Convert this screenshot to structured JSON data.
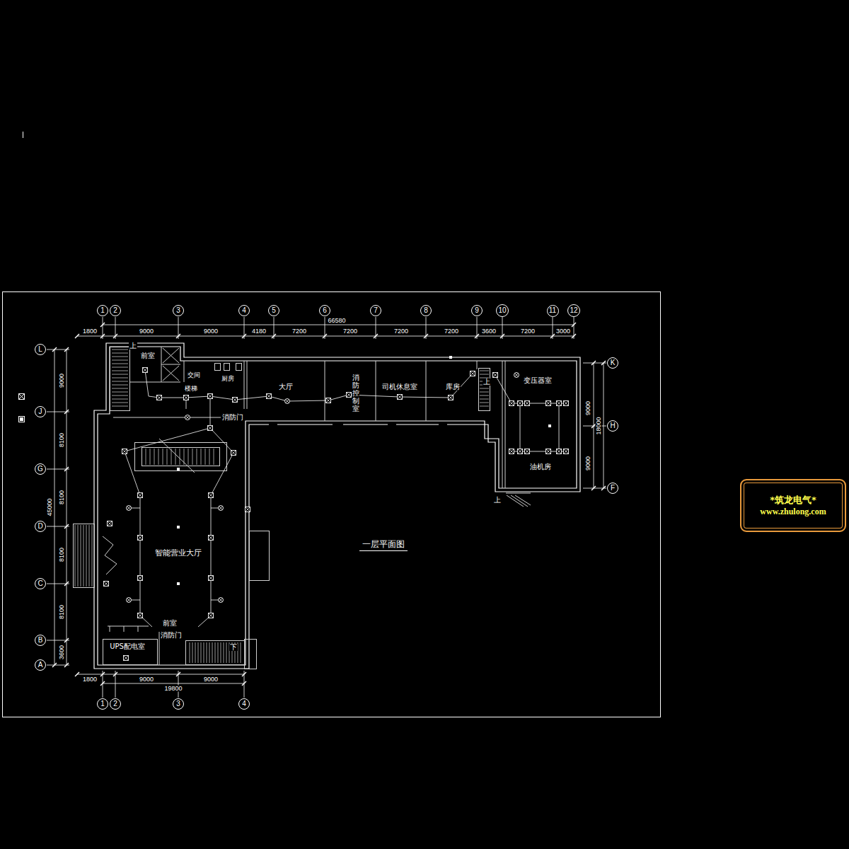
{
  "diagram": {
    "title": "一层平面图",
    "nodes": [
      {
        "text": [
          "1"
        ]
      },
      {
        "text": [
          "2"
        ]
      },
      {
        "text": [
          "3"
        ]
      },
      {
        "text": [
          "4"
        ]
      },
      {
        "text": [
          "5"
        ]
      },
      {
        "text": [
          "6"
        ]
      },
      {
        "text": [
          "7"
        ]
      },
      {
        "text": [
          "8"
        ]
      },
      {
        "text": [
          "9"
        ]
      },
      {
        "text": [
          "10"
        ]
      },
      {
        "text": [
          "11"
        ]
      },
      {
        "text": [
          "12"
        ]
      },
      {
        "text": [
          "L"
        ]
      },
      {
        "text": [
          "J"
        ]
      },
      {
        "text": [
          "G"
        ]
      },
      {
        "text": [
          "D"
        ]
      },
      {
        "text": [
          "C"
        ]
      },
      {
        "text": [
          "B"
        ]
      },
      {
        "text": [
          "A"
        ]
      },
      {
        "text": [
          "K"
        ]
      },
      {
        "text": [
          "H"
        ]
      },
      {
        "text": [
          "F"
        ]
      },
      {
        "text": [
          "1"
        ]
      },
      {
        "text": [
          "2"
        ]
      },
      {
        "text": [
          "3"
        ]
      },
      {
        "text": [
          "4"
        ]
      },
      {
        "text": [
          "*筑龙电气*",
          "www.zhulong.com"
        ]
      }
    ],
    "labels": [
      "66580",
      "1800",
      "9000",
      "9000",
      "4180",
      "7200",
      "7200",
      "7200",
      "7200",
      "3600",
      "7200",
      "3000",
      "9000",
      "8100",
      "8100",
      "8100",
      "8100",
      "3600",
      "45000",
      "9000",
      "9000",
      "18000",
      "1800",
      "9000",
      "9000",
      "19800",
      "前室",
      "交间",
      "厨房",
      "楼梯",
      "大厅",
      "消防控制室",
      "司机休息室",
      "库房",
      "变压器室",
      "消防门",
      "油机房",
      "智能营业大厅",
      "前室",
      "消防门",
      "UPS配电室",
      "上",
      "上",
      "上",
      "下"
    ]
  }
}
